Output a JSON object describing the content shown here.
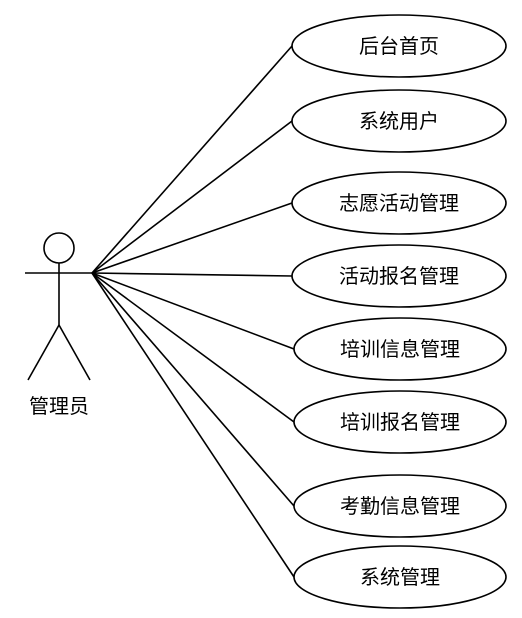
{
  "actor": {
    "name": "管理员"
  },
  "use_cases": [
    {
      "label": "后台首页"
    },
    {
      "label": "系统用户"
    },
    {
      "label": "志愿活动管理"
    },
    {
      "label": "活动报名管理"
    },
    {
      "label": "培训信息管理"
    },
    {
      "label": "培训报名管理"
    },
    {
      "label": "考勤信息管理"
    },
    {
      "label": "系统管理"
    }
  ]
}
